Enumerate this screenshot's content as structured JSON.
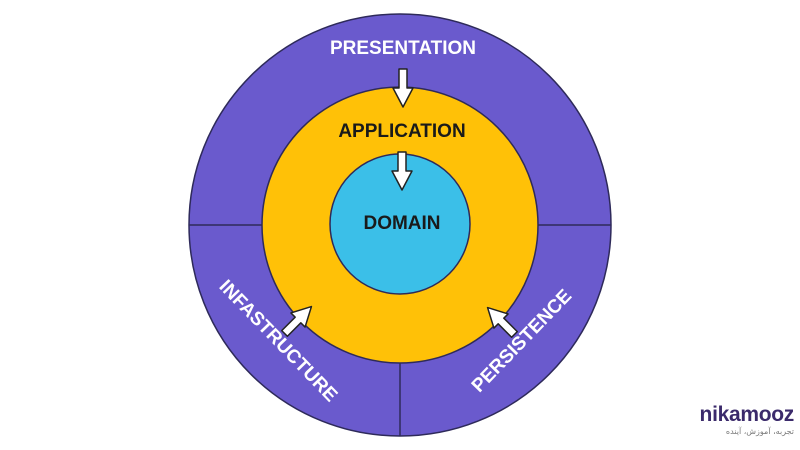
{
  "diagram": {
    "layers": {
      "outer": "PRESENTATION",
      "middle": "APPLICATION",
      "core": "DOMAIN",
      "left_segment": "INFASTRUCTURE",
      "right_segment": "PERSISTENCE"
    },
    "colors": {
      "outer": "#6a5acd",
      "middle": "#ffc107",
      "core": "#3bbfe8",
      "stroke": "#2e2a5a",
      "arrow_fill": "#ffffff",
      "arrow_stroke": "#222222"
    }
  },
  "brand": {
    "name": "nikamooz",
    "tagline": "تجربه، آموزش، آینده"
  }
}
